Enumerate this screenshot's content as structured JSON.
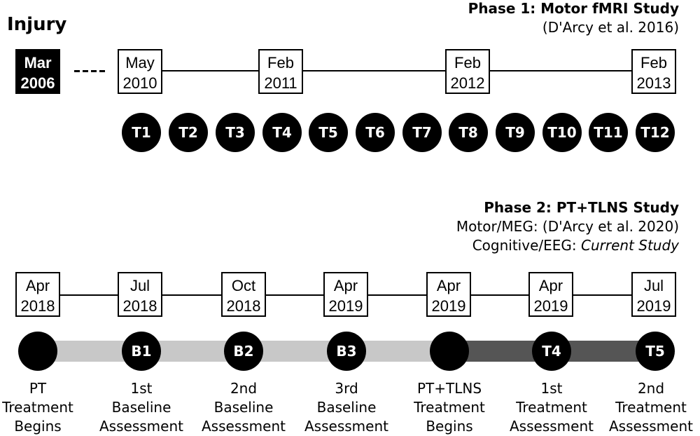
{
  "injury": {
    "title": "Injury",
    "date": {
      "month": "Mar",
      "year": "2006"
    }
  },
  "phase1": {
    "title": "Phase 1: Motor fMRI Study",
    "citation": "(D'Arcy et al. 2016)",
    "dates": [
      {
        "month": "May",
        "year": "2010"
      },
      {
        "month": "Feb",
        "year": "2011"
      },
      {
        "month": "Feb",
        "year": "2012"
      },
      {
        "month": "Feb",
        "year": "2013"
      }
    ],
    "timepoints": [
      "T1",
      "T2",
      "T3",
      "T4",
      "T5",
      "T6",
      "T7",
      "T8",
      "T9",
      "T10",
      "T11",
      "T12"
    ]
  },
  "phase2": {
    "title": "Phase 2: PT+TLNS Study",
    "line2": "Motor/MEG: (D'Arcy et al. 2020)",
    "line3_prefix": "Cognitive/EEG: ",
    "line3_italic": "Current Study",
    "dates": [
      {
        "month": "Apr",
        "year": "2018"
      },
      {
        "month": "Jul",
        "year": "2018"
      },
      {
        "month": "Oct",
        "year": "2018"
      },
      {
        "month": "Apr",
        "year": "2019"
      },
      {
        "month": "Apr",
        "year": "2019"
      },
      {
        "month": "Apr",
        "year": "2019"
      },
      {
        "month": "Jul",
        "year": "2019"
      }
    ],
    "markers": [
      "",
      "B1",
      "B2",
      "B3",
      "",
      "T4",
      "T5"
    ],
    "labels": [
      [
        "PT",
        "Treatment",
        "Begins"
      ],
      [
        "1st",
        "Baseline",
        "Assessment"
      ],
      [
        "2nd",
        "Baseline",
        "Assessment"
      ],
      [
        "3rd",
        "Baseline",
        "Assessment"
      ],
      [
        "PT+TLNS",
        "Treatment",
        "Begins"
      ],
      [
        "1st",
        "Treatment",
        "Assessment"
      ],
      [
        "2nd",
        "Treatment",
        "Assessment"
      ]
    ]
  }
}
